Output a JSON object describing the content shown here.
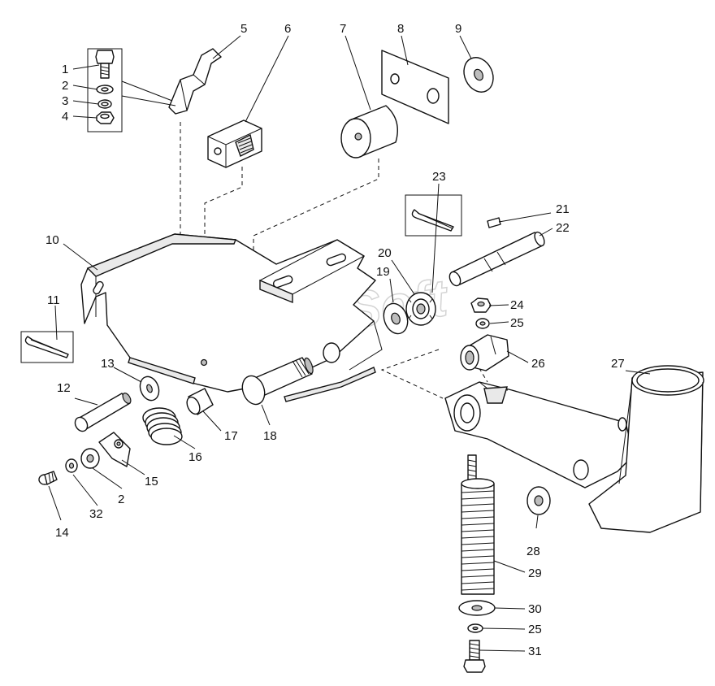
{
  "watermark": "AutoSoft",
  "callouts": {
    "c1": "1",
    "c2a": "2",
    "c3": "3",
    "c4": "4",
    "c5": "5",
    "c6": "6",
    "c7": "7",
    "c8": "8",
    "c9": "9",
    "c10": "10",
    "c11": "11",
    "c12": "12",
    "c13": "13",
    "c14": "14",
    "c15": "15",
    "c16": "16",
    "c17": "17",
    "c18": "18",
    "c19": "19",
    "c20": "20",
    "c21": "21",
    "c22": "22",
    "c23": "23",
    "c24": "24",
    "c25a": "25",
    "c26": "26",
    "c27": "27",
    "c28": "28",
    "c29": "29",
    "c30": "30",
    "c25b": "25",
    "c31": "31",
    "c2b": "2",
    "c32": "32"
  }
}
